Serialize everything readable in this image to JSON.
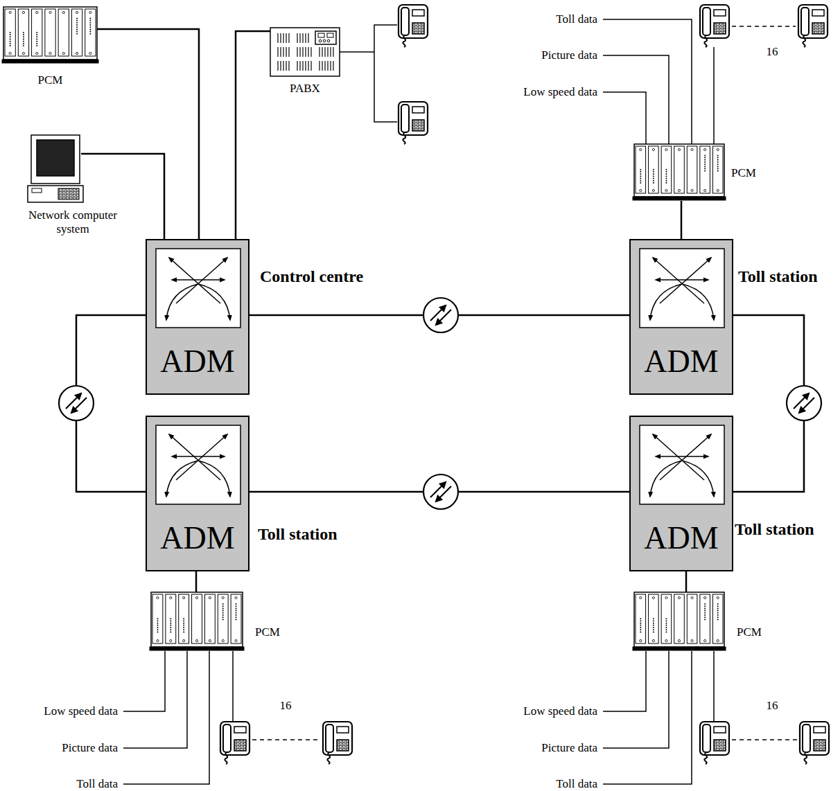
{
  "diagram": {
    "nodes": [
      {
        "text": [
          "PCM"
        ]
      },
      {
        "text": [
          "PABX"
        ]
      },
      {
        "text": [
          "Network computer system"
        ]
      },
      {
        "text": [
          "PCM"
        ]
      },
      {
        "text": [
          "ADM",
          "Control centre"
        ]
      },
      {
        "text": [
          "ADM",
          "Toll station"
        ]
      },
      {
        "text": [
          "ADM",
          "Toll station"
        ]
      },
      {
        "text": [
          "ADM",
          "Toll station"
        ]
      },
      {
        "text": [
          "PCM"
        ]
      },
      {
        "text": [
          "PCM"
        ]
      }
    ],
    "edges": [
      {
        "from": 0,
        "to": 4,
        "arrow": "none"
      },
      {
        "from": 1,
        "to": 4,
        "arrow": "none"
      },
      {
        "from": 2,
        "to": 4,
        "arrow": "none"
      },
      {
        "from": 3,
        "to": 5,
        "arrow": "none"
      },
      {
        "from": 4,
        "to": 5,
        "arrow": "none"
      },
      {
        "from": 4,
        "to": 6,
        "arrow": "none"
      },
      {
        "from": 5,
        "to": 7,
        "arrow": "none"
      },
      {
        "from": 6,
        "to": 7,
        "arrow": "none"
      },
      {
        "from": 6,
        "to": 8,
        "arrow": "none"
      },
      {
        "from": 7,
        "to": 9,
        "arrow": "none"
      }
    ],
    "labels": [
      "Toll data",
      "Picture data",
      "Low speed data",
      "16",
      "Low speed data",
      "Picture data",
      "Toll data",
      "16",
      "Low speed data",
      "Picture data",
      "Toll data",
      "16"
    ]
  }
}
